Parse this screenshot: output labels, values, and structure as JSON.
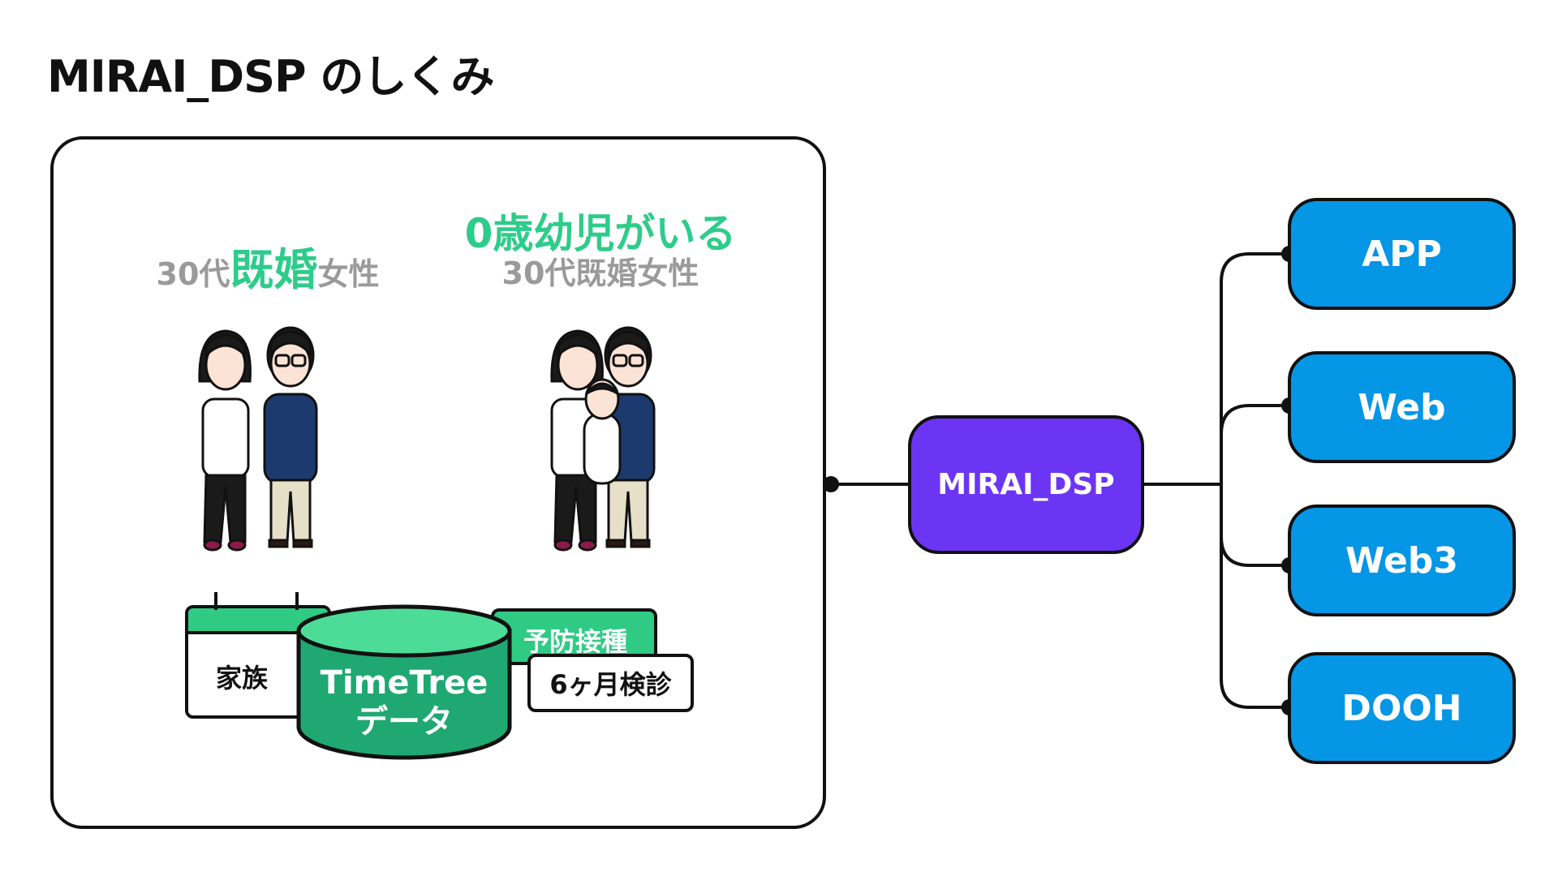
{
  "title": "MIRAI_DSP のしくみ",
  "segments": [
    {
      "prefix": "30代",
      "highlight": "既婚",
      "suffix": "女性"
    },
    {
      "headline": "0歳幼児がいる",
      "sub": "30代既婚女性"
    }
  ],
  "data_source": {
    "calendar_label": "家族",
    "database_label_line1": "TimeTree",
    "database_label_line2": "データ",
    "event_tags": [
      "予防接種",
      "6ヶ月検診"
    ]
  },
  "hub": {
    "label": "MIRAI_DSP"
  },
  "channels": [
    {
      "label": "APP"
    },
    {
      "label": "Web"
    },
    {
      "label": "Web3"
    },
    {
      "label": "DOOH"
    }
  ],
  "colors": {
    "accent_green": "#2ecc8a",
    "hub_purple": "#6c35f4",
    "channel_blue": "#0596e6",
    "label_gray": "#9a9a9a"
  }
}
